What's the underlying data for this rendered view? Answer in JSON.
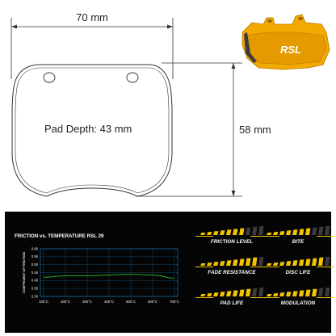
{
  "drawing": {
    "width_label": "70 mm",
    "height_label": "58 mm",
    "depth_label": "Pad Depth: 43 mm"
  },
  "product": {
    "logo_text": "RSL",
    "pad_color": "#f2a900"
  },
  "chart_data": {
    "type": "line",
    "title": "FRICTION vs. TEMPERATURE RSL 29",
    "ylabel": "COEFFICIENT OF FRICTION",
    "xlabel": "",
    "categories": [
      "100°C",
      "200°C",
      "300°C",
      "400°C",
      "500°C",
      "600°C",
      "700°C"
    ],
    "y_ticks": [
      "0.60",
      "0.55",
      "0.50",
      "0.45",
      "0.40",
      "0.35",
      "0.30"
    ],
    "ylim": [
      0.3,
      0.6
    ],
    "grid": true,
    "series": [
      {
        "values": [
          0.42,
          0.43,
          0.43,
          0.435,
          0.44,
          0.435,
          0.415
        ],
        "color": "#1fa830"
      }
    ]
  },
  "ratings": [
    {
      "label": "FRICTION LEVEL",
      "value": 7,
      "max": 10
    },
    {
      "label": "BITE",
      "value": 7,
      "max": 10
    },
    {
      "label": "FADE RESISTANCE",
      "value": 9,
      "max": 10
    },
    {
      "label": "DISC LIFE",
      "value": 9,
      "max": 10
    },
    {
      "label": "PAD LIFE",
      "value": 8,
      "max": 10
    },
    {
      "label": "MODULATION",
      "value": 8,
      "max": 10
    }
  ],
  "colors": {
    "accent": "#f2c400",
    "inactive_bar": "#3a3a3a",
    "panel_bg": "#050505",
    "grid": "#1c7fc4"
  }
}
